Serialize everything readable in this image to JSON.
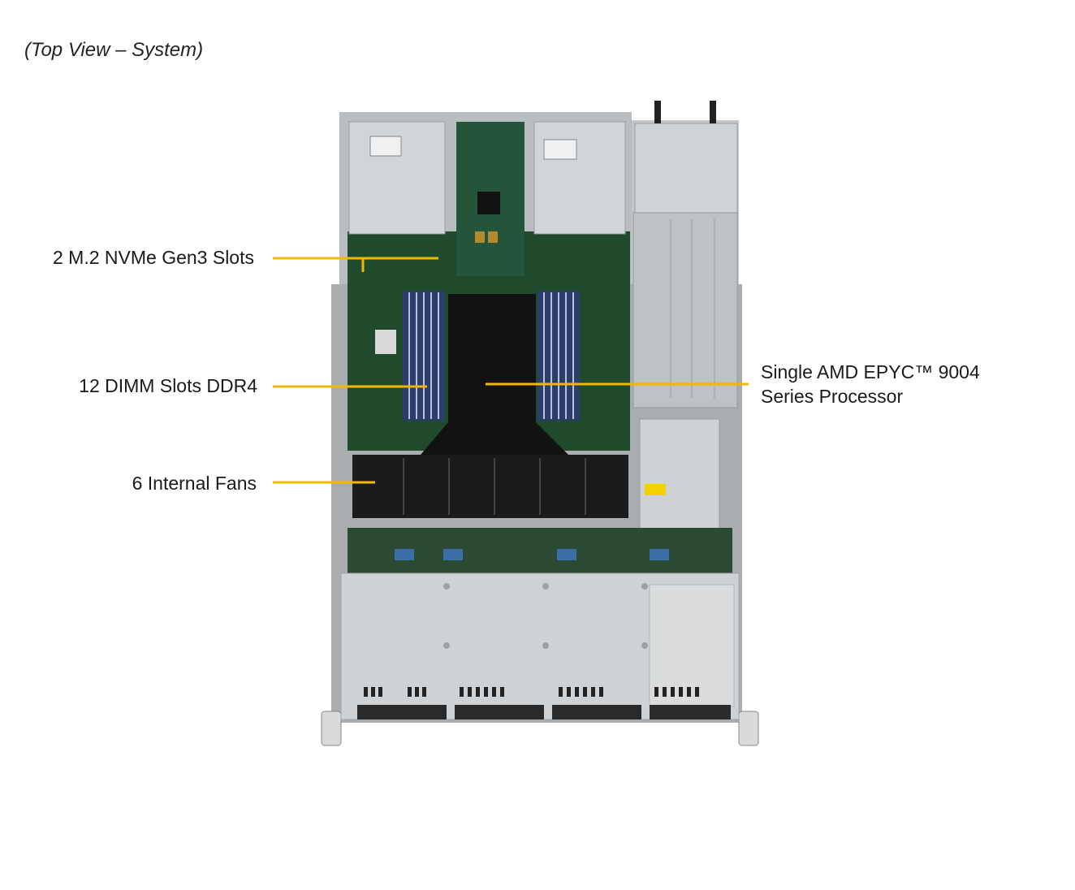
{
  "title": "(Top View – System)",
  "callouts": {
    "m2": "2 M.2 NVMe Gen3 Slots",
    "dimm": "12 DIMM Slots DDR4",
    "fans": "6 Internal  Fans",
    "cpu_line1": "Single AMD EPYC™ 9004",
    "cpu_line2": "Series Processor"
  },
  "colors": {
    "leader": "#f2b705",
    "pcb": "#1f4a2c",
    "chassis": "#cfd2d4",
    "heatsink": "#121212"
  }
}
